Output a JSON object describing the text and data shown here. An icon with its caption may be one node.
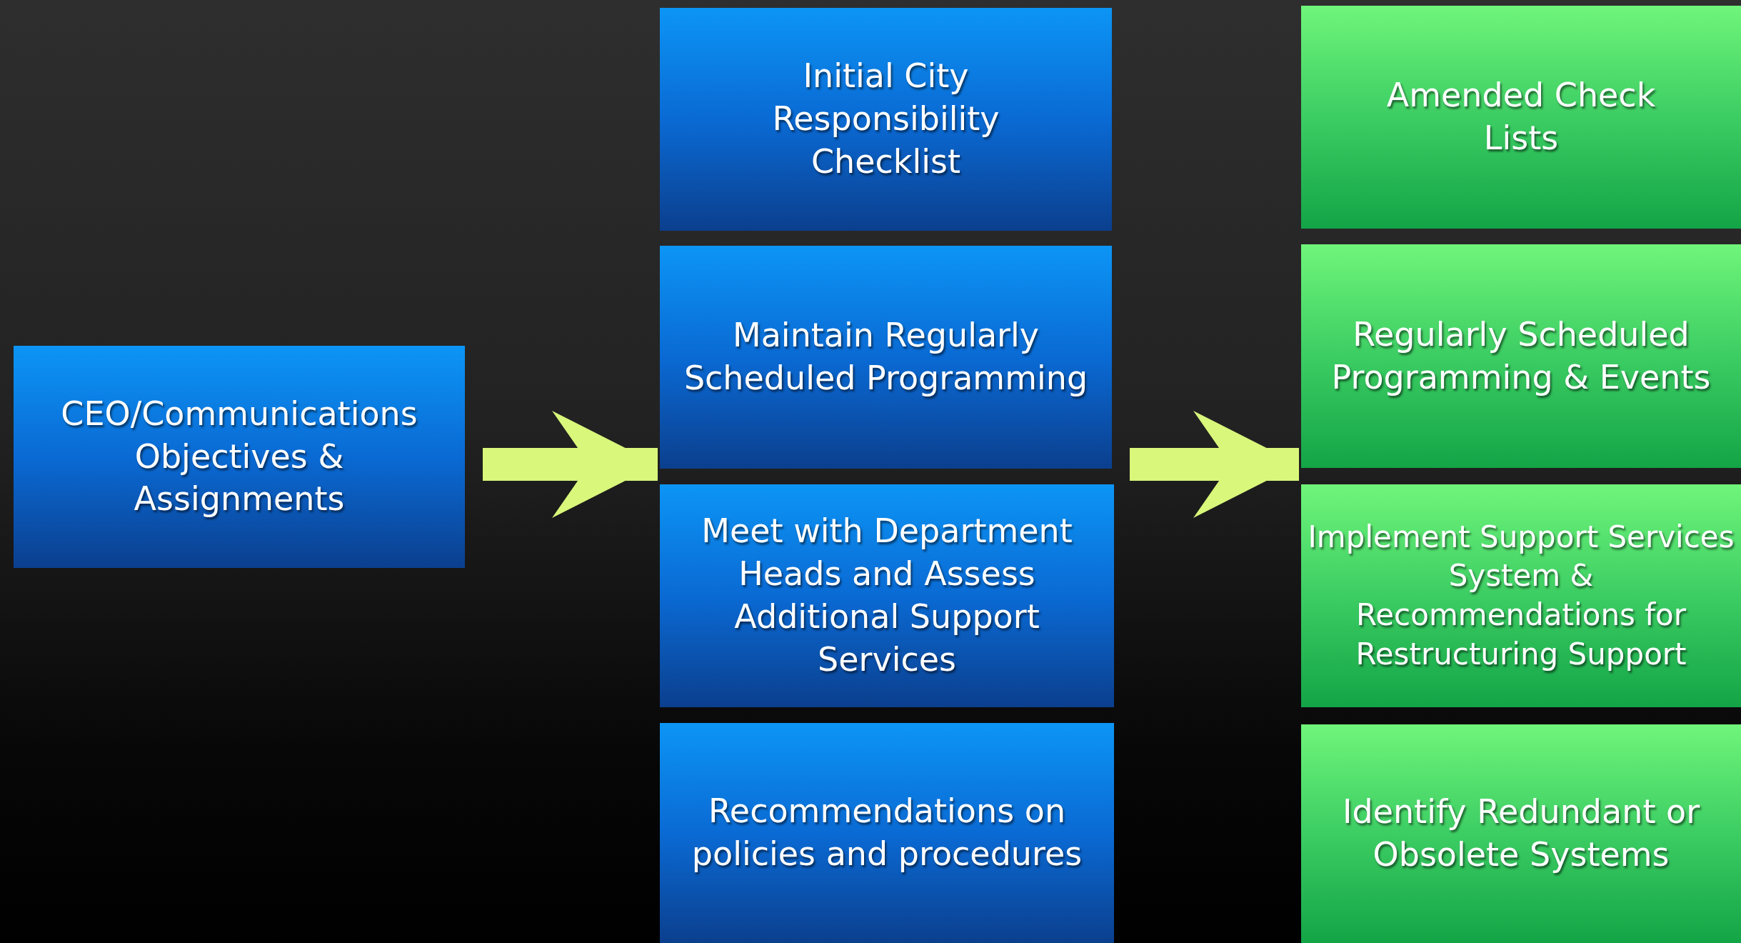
{
  "diagram": {
    "nodes": [
      {
        "text": [
          "CEO/Communications Objectives & Assignments"
        ]
      },
      {
        "text": [
          "Initial City Responsibility Checklist"
        ]
      },
      {
        "text": [
          "Maintain Regularly Scheduled Programming"
        ]
      },
      {
        "text": [
          "Meet with Department Heads and Assess Additional Support Services"
        ]
      },
      {
        "text": [
          "Recommendations on policies and procedures"
        ]
      },
      {
        "text": [
          "Amended Check Lists"
        ]
      },
      {
        "text": [
          "Regularly Scheduled Programming & Events"
        ]
      },
      {
        "text": [
          "Implement Support Services System & Recommendations for Restructuring Support"
        ]
      },
      {
        "text": [
          "Identify Redundant or Obsolete Systems"
        ]
      }
    ],
    "edges": [
      {
        "from": 0,
        "to": 2,
        "arrow": "to"
      },
      {
        "from": 2,
        "to": 6,
        "arrow": "to"
      }
    ]
  }
}
